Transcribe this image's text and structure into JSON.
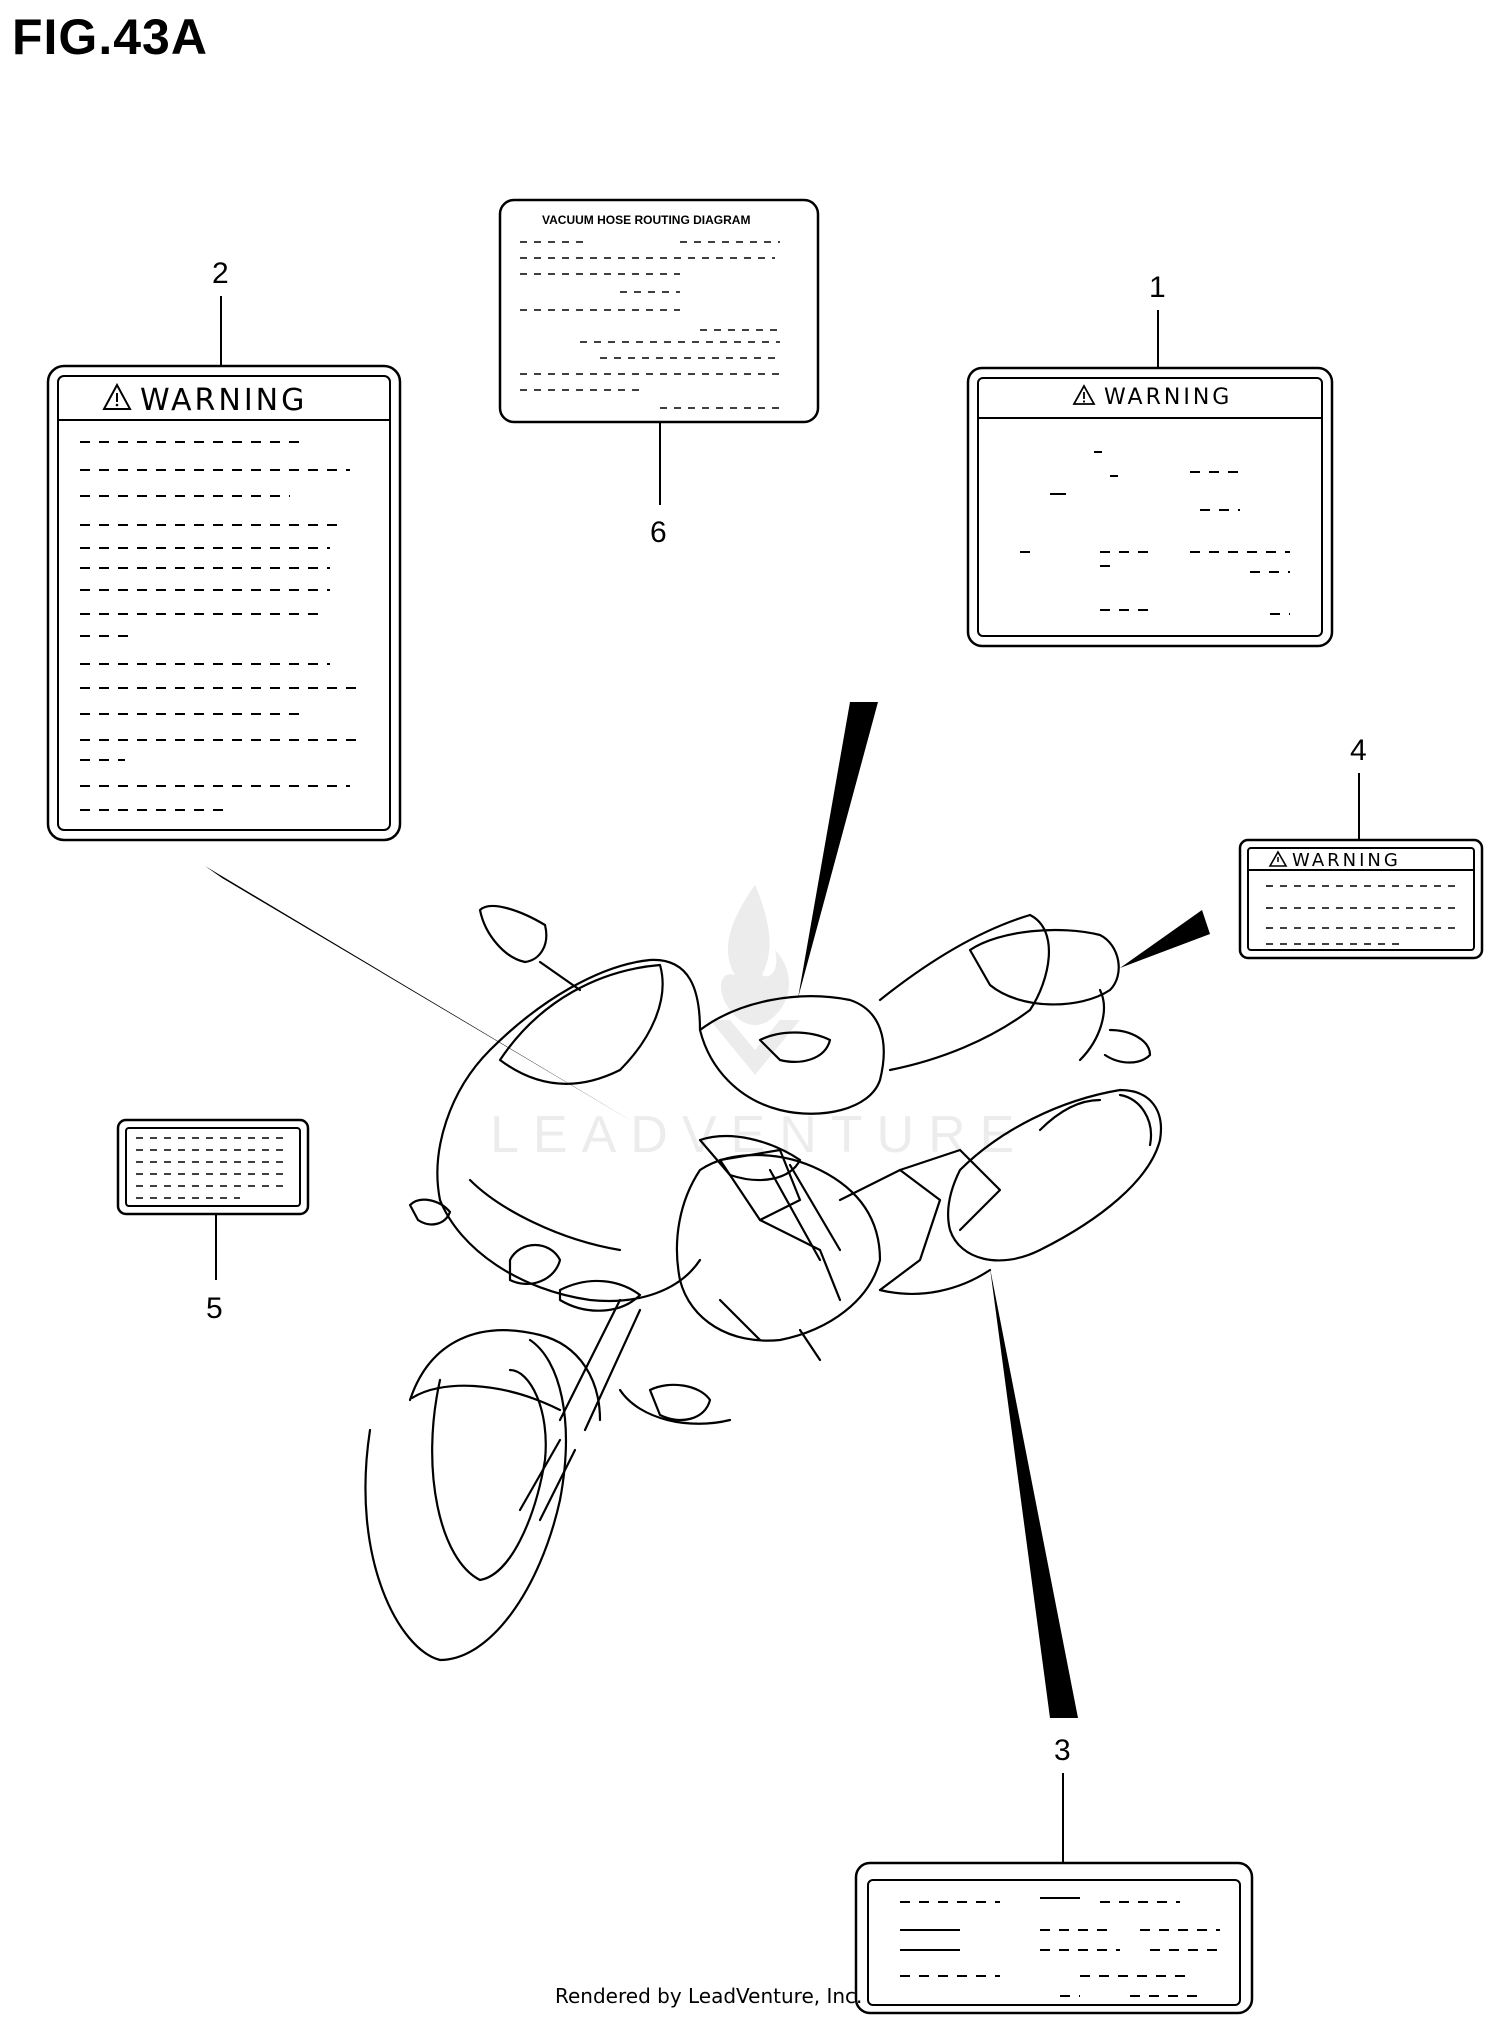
{
  "figure": {
    "title": "FIG.43A"
  },
  "labels": [
    {
      "id": "1",
      "callout": "1",
      "heading": "WARNING"
    },
    {
      "id": "2",
      "callout": "2",
      "heading": "WARNING"
    },
    {
      "id": "3",
      "callout": "3",
      "heading": ""
    },
    {
      "id": "4",
      "callout": "4",
      "heading": "WARNING"
    },
    {
      "id": "5",
      "callout": "5",
      "heading": ""
    },
    {
      "id": "6",
      "callout": "6",
      "heading": "VACUUM HOSE ROUTING DIAGRAM"
    }
  ],
  "watermark": {
    "text": "LEADVENTURE"
  },
  "footer": {
    "text": "Rendered by LeadVenture, Inc."
  },
  "icons": [
    "warning-triangle-icon",
    "leadventure-logo-icon"
  ]
}
